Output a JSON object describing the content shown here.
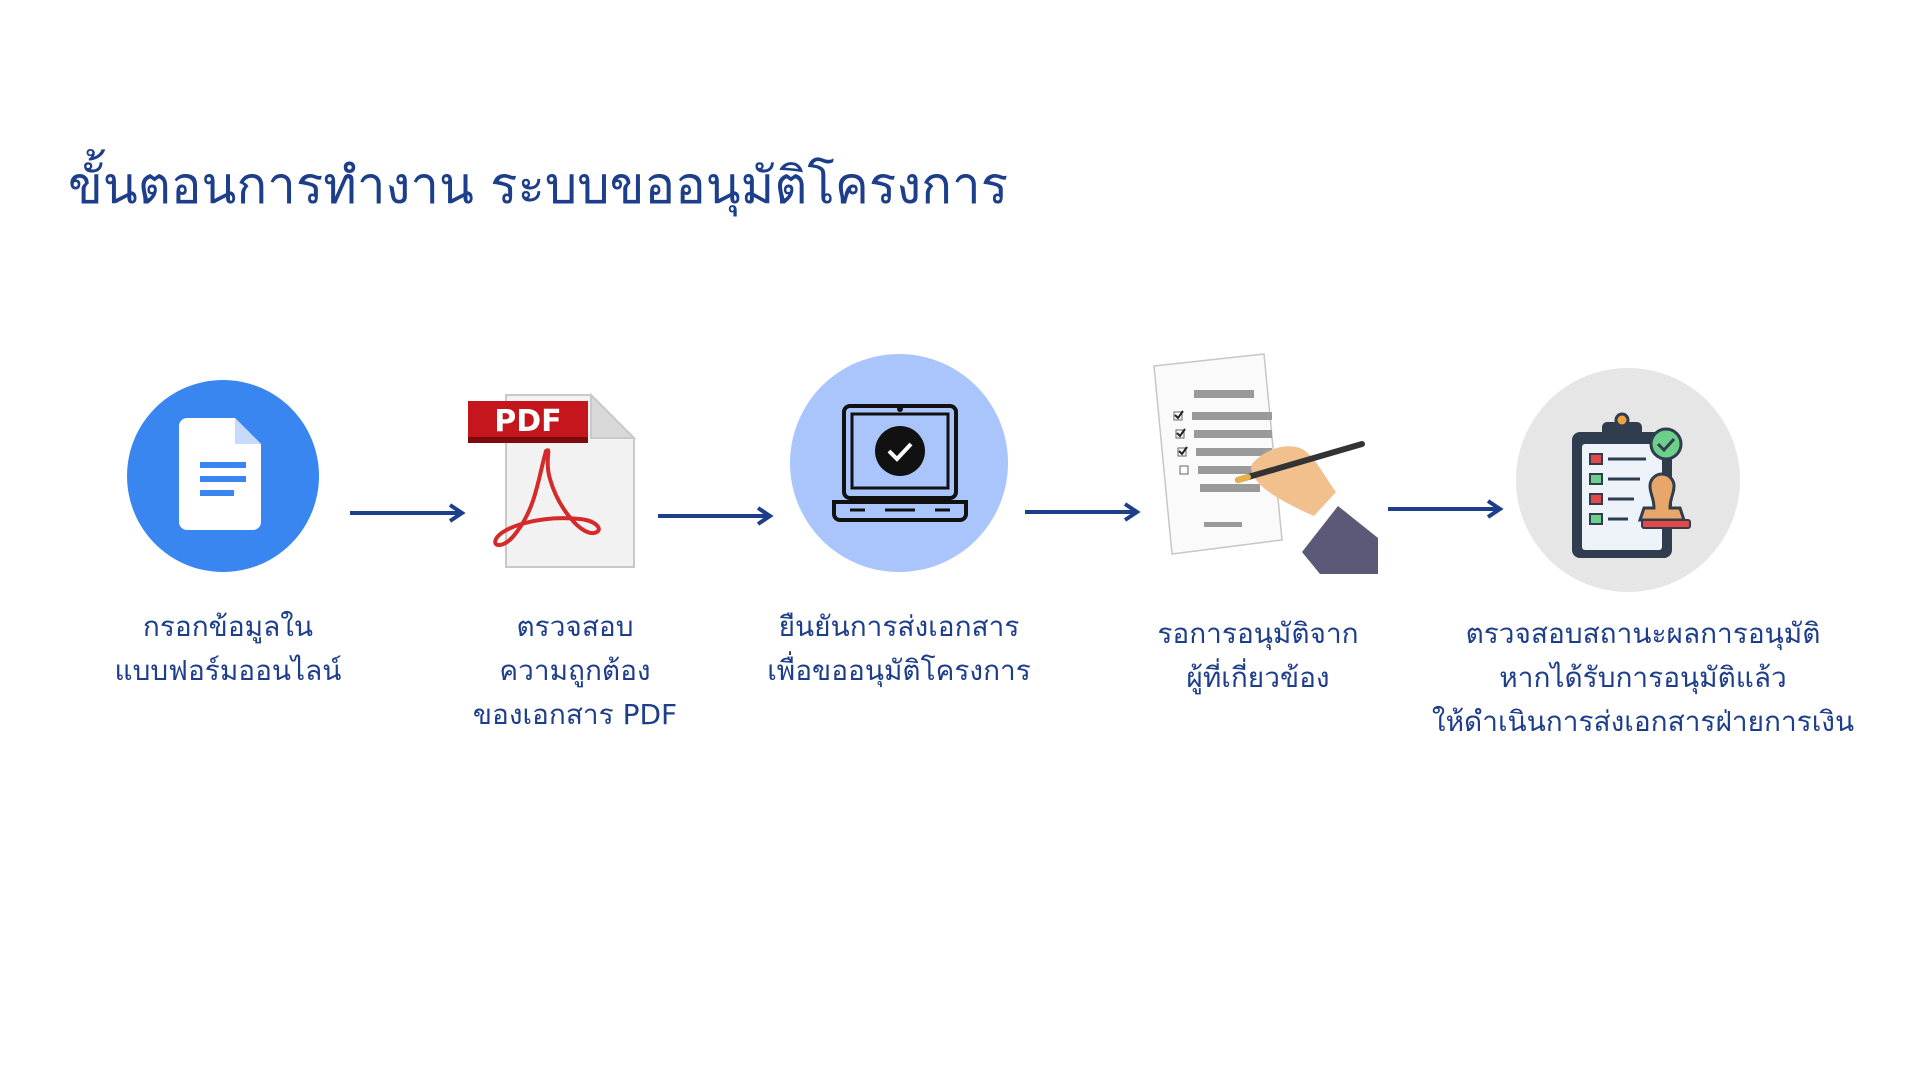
{
  "title": "ขั้นตอนการทำงาน ระบบขออนุมัติโครงการ",
  "colors": {
    "title_text": "#1d3e8a",
    "arrow": "#1d3e8a",
    "doc_circle": "#3a86f0",
    "laptop_circle": "#a9c5fb",
    "clipboard_circle": "#e6e6e6",
    "pdf_banner": "#c4161c"
  },
  "steps": [
    {
      "icon": "document-icon",
      "lines": [
        "กรอกข้อมูลใน",
        "แบบฟอร์มออนไลน์"
      ]
    },
    {
      "icon": "pdf-file-icon",
      "badge": "PDF",
      "lines": [
        "ตรวจสอบ",
        "ความถูกต้อง",
        "ของเอกสาร PDF"
      ]
    },
    {
      "icon": "laptop-check-icon",
      "lines": [
        "ยืนยันการส่งเอกสาร",
        "เพื่อขออนุมัติโครงการ"
      ]
    },
    {
      "icon": "signing-paper-icon",
      "lines": [
        "รอการอนุมัติจาก",
        "ผู้ที่เกี่ยวข้อง"
      ]
    },
    {
      "icon": "clipboard-approval-icon",
      "lines": [
        "ตรวจสอบสถานะผลการอนุมัติ",
        "หากได้รับการอนุมัติแล้ว",
        "ให้ดำเนินการส่งเอกสารฝ่ายการเงิน"
      ]
    }
  ]
}
